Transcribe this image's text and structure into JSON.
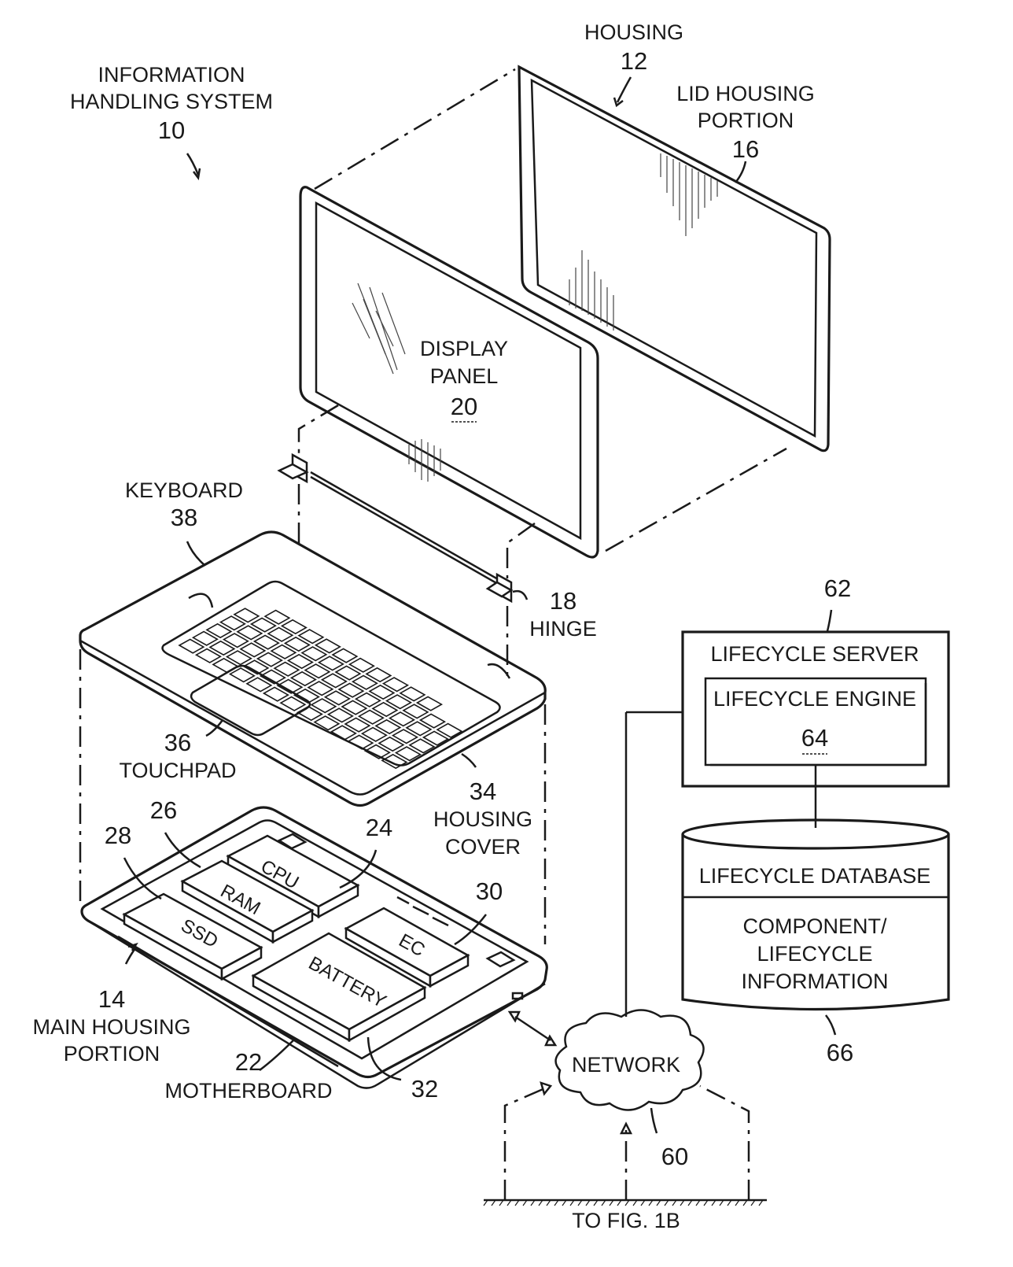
{
  "labels": {
    "info_system": [
      "INFORMATION",
      "HANDLING SYSTEM",
      "10"
    ],
    "housing": [
      "HOUSING",
      "12"
    ],
    "lid_housing": [
      "LID HOUSING",
      "PORTION",
      "16"
    ],
    "display_panel": [
      "DISPLAY",
      "PANEL",
      "20"
    ],
    "keyboard": [
      "KEYBOARD",
      "38"
    ],
    "hinge": [
      "18",
      "HINGE"
    ],
    "touchpad": [
      "36",
      "TOUCHPAD"
    ],
    "housing_cover": [
      "34",
      "HOUSING",
      "COVER"
    ],
    "main_housing": [
      "14",
      "MAIN HOUSING",
      "PORTION"
    ],
    "motherboard": [
      "22",
      "MOTHERBOARD"
    ],
    "battery_ref": "32",
    "ssd_ref": "28",
    "ram_ref": "26",
    "cpu_ref": "24",
    "ec_ref": "30",
    "network": "NETWORK",
    "network_ref": "60",
    "to_fig": "TO FIG. 1B",
    "server_ref": "62",
    "server": "LIFECYCLE SERVER",
    "engine": "LIFECYCLE ENGINE",
    "engine_ref": "64",
    "database": "LIFECYCLE DATABASE",
    "db_content": [
      "COMPONENT/",
      "LIFECYCLE",
      "INFORMATION"
    ],
    "db_ref": "66"
  },
  "chips": {
    "cpu": "CPU",
    "ram": "RAM",
    "ssd": "SSD",
    "ec": "EC",
    "battery": "BATTERY"
  }
}
